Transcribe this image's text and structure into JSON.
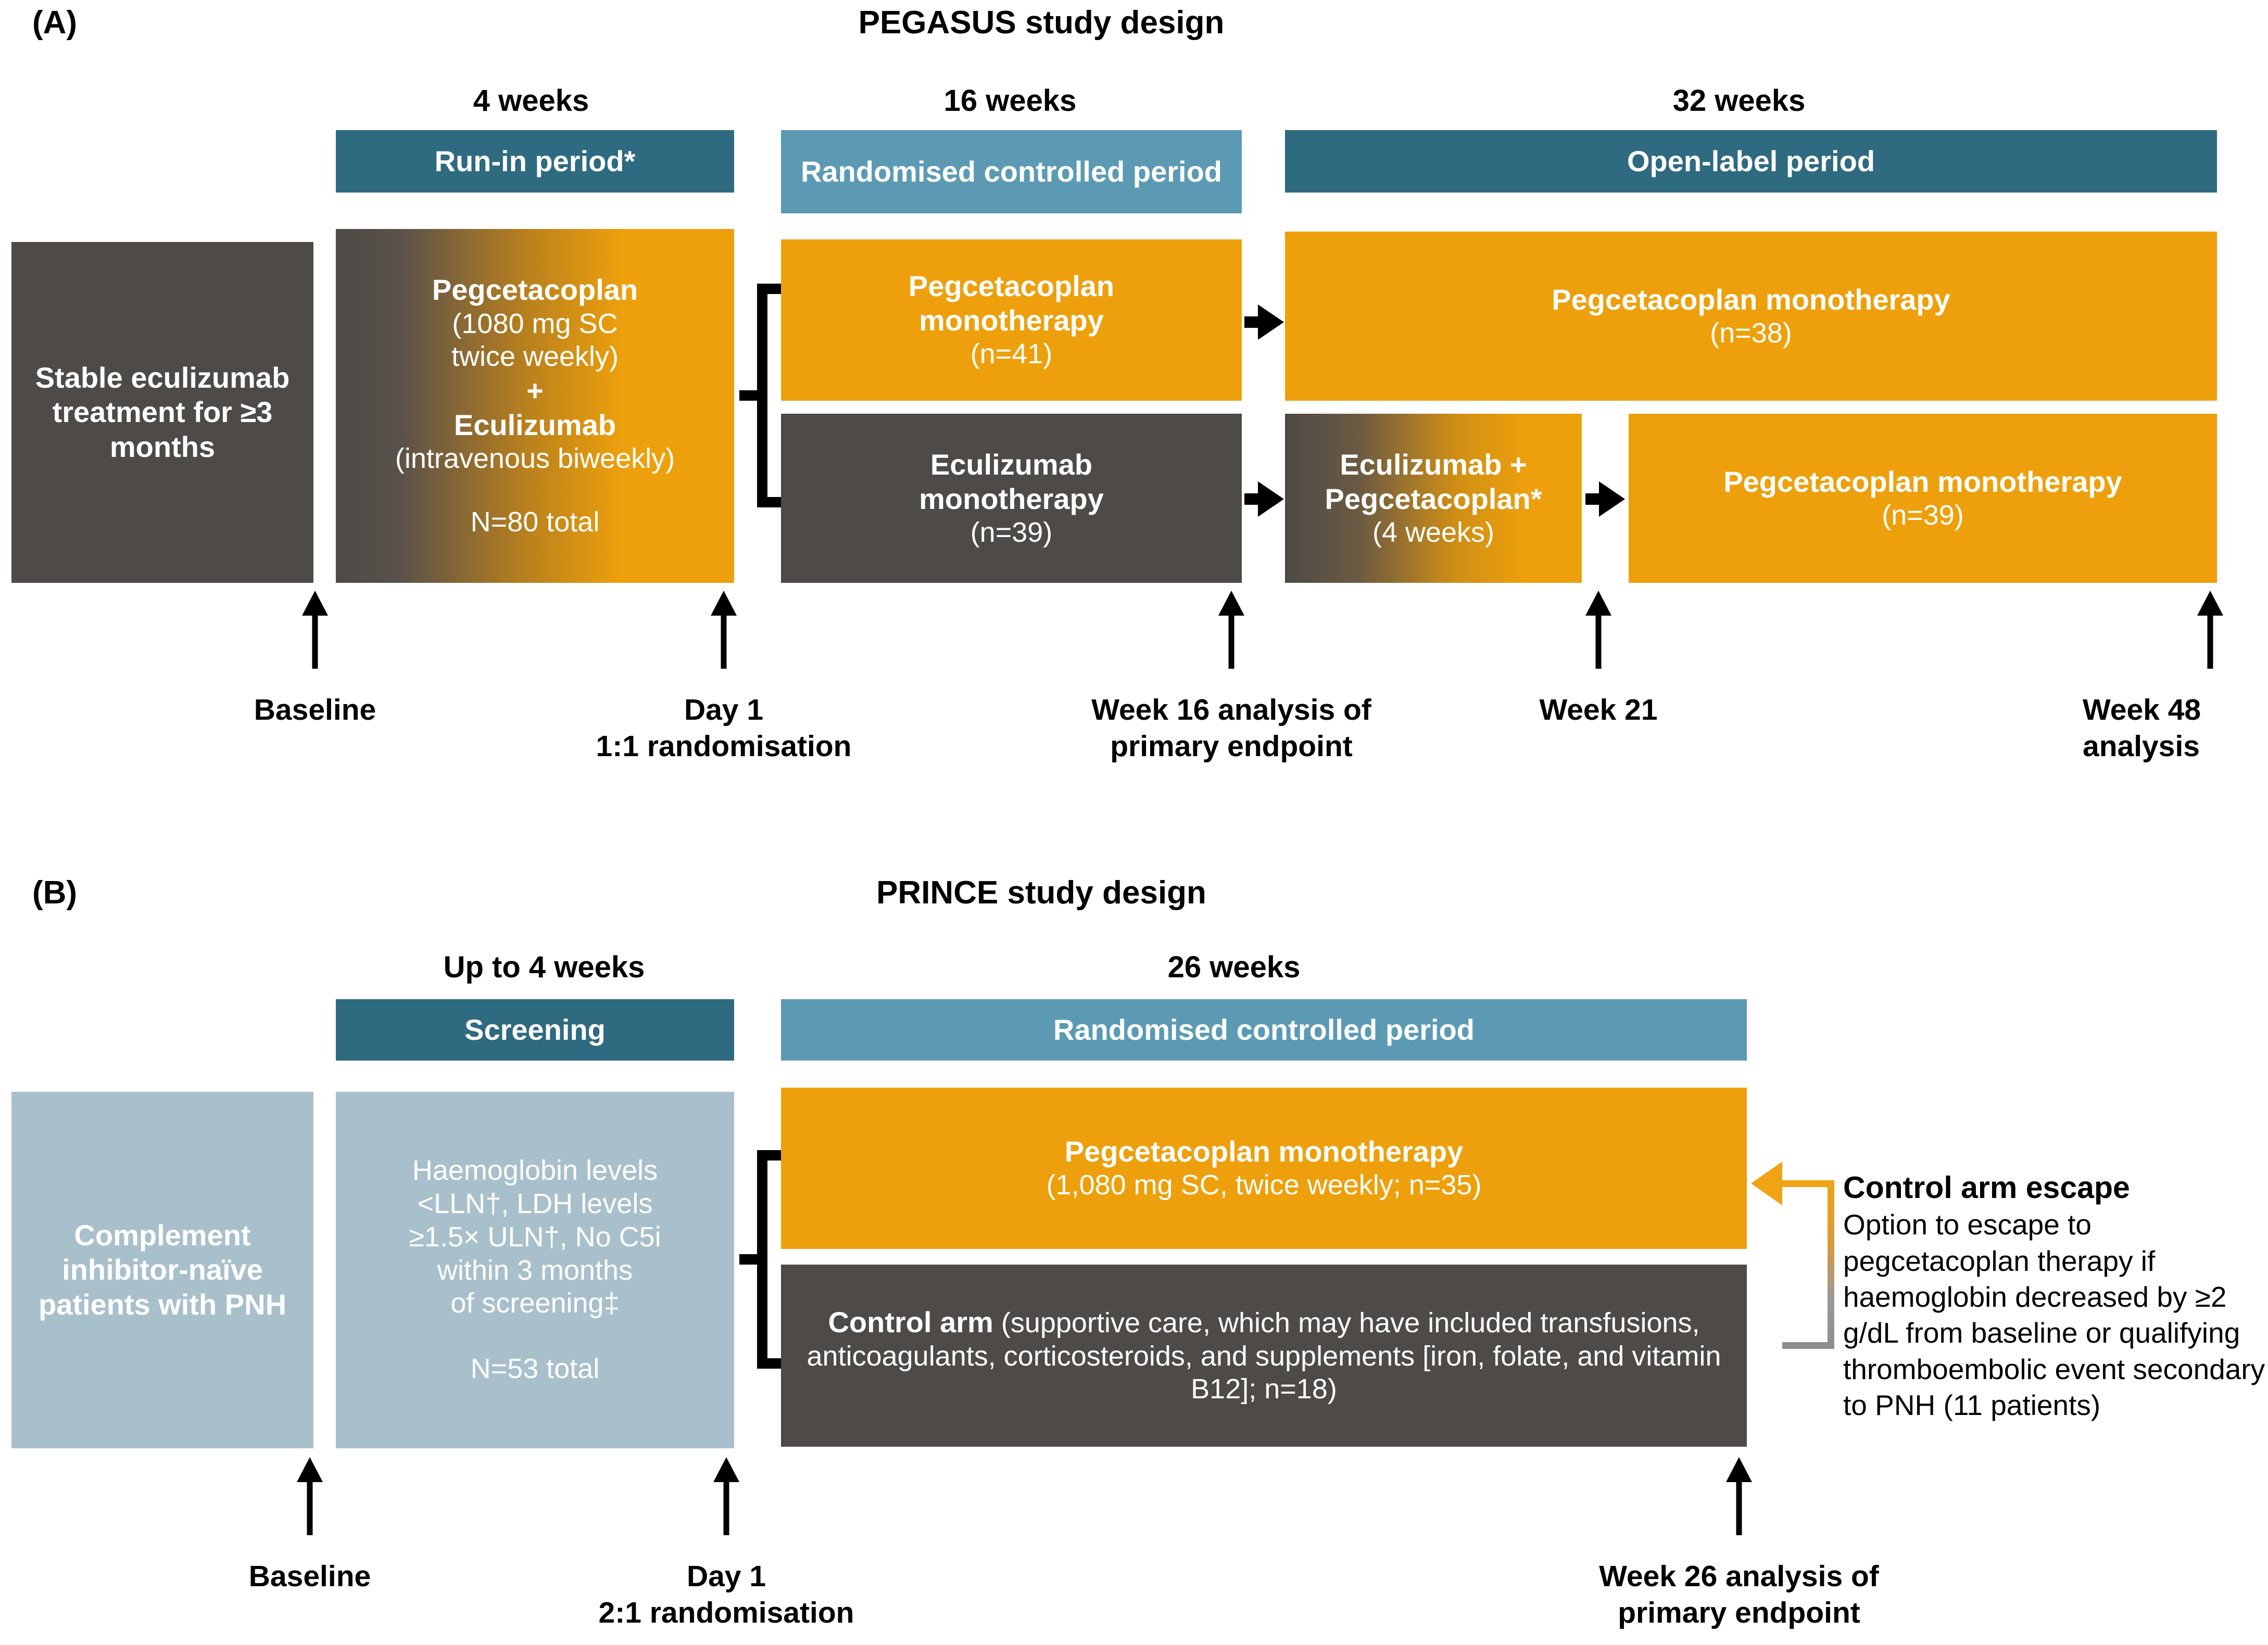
{
  "figure": {
    "panels": [
      {
        "letter": "(A)",
        "title": "PEGASUS study design",
        "durations": [
          {
            "label": "4 weeks"
          },
          {
            "label": "16 weeks"
          },
          {
            "label": "32 weeks"
          }
        ],
        "period_headers": [
          {
            "label": "Run-in period*",
            "color": "#2e6a80"
          },
          {
            "label": "Randomised controlled period",
            "color": "#5c9ab4"
          },
          {
            "label": "Open-label period",
            "color": "#2e6a80"
          }
        ],
        "boxes": {
          "eligibility": "Stable eculizumab treatment for ≥3 months",
          "runin_line1": "Pegcetacoplan",
          "runin_line2": "(1080 mg SC",
          "runin_line3": "twice weekly)",
          "runin_line4": "+",
          "runin_line5": "Eculizumab",
          "runin_line6": "(intravenous biweekly)",
          "runin_total": "N=80 total",
          "arm_top_line1": "Pegcetacoplan",
          "arm_top_line2": "monotherapy",
          "arm_top_line3": "(n=41)",
          "arm_bottom_line1": "Eculizumab",
          "arm_bottom_line2": "monotherapy",
          "arm_bottom_line3": "(n=39)",
          "ol_top_line1": "Pegcetacoplan monotherapy",
          "ol_top_line2": "(n=38)",
          "ol_bridge_line1": "Eculizumab +",
          "ol_bridge_line2": "Pegcetacoplan*",
          "ol_bridge_line3": "(4 weeks)",
          "ol_bottom_line1": "Pegcetacoplan monotherapy",
          "ol_bottom_line2": "(n=39)"
        },
        "timepoints": [
          {
            "line1": "Baseline",
            "line2": ""
          },
          {
            "line1": "Day 1",
            "line2": "1:1 randomisation"
          },
          {
            "line1": "Week 16 analysis of",
            "line2": "primary endpoint"
          },
          {
            "line1": "Week 21",
            "line2": ""
          },
          {
            "line1": "Week 48",
            "line2": "analysis"
          }
        ]
      },
      {
        "letter": "(B)",
        "title": "PRINCE study design",
        "durations": [
          {
            "label": "Up to 4 weeks"
          },
          {
            "label": "26 weeks"
          }
        ],
        "period_headers": [
          {
            "label": "Screening",
            "color": "#2e6a80"
          },
          {
            "label": "Randomised controlled period",
            "color": "#5c9ab4"
          }
        ],
        "boxes": {
          "population": "Complement inhibitor-naïve patients with PNH",
          "screening_line1": "Haemoglobin levels",
          "screening_line2": "<LLN†, LDH levels",
          "screening_line3": "≥1.5× ULN†, No C5i",
          "screening_line4": "within 3 months",
          "screening_line5": "of screening‡",
          "screening_total": "N=53 total",
          "treatment_line1": "Pegcetacoplan monotherapy",
          "treatment_line2": "(1,080 mg SC, twice weekly; n=35)",
          "control_bold": "Control arm",
          "control_rest": " (supportive care, which may have included transfusions, anticoagulants, corticosteroids, and supplements [iron, folate, and vitamin B12]; n=18)"
        },
        "annotation": {
          "title": "Control arm escape",
          "text": "Option to escape to pegcetacoplan therapy if haemoglobin decreased by ≥2 g/dL from baseline or qualifying thromboembolic event secondary to PNH (11 patients)"
        },
        "timepoints": [
          {
            "line1": "Baseline",
            "line2": ""
          },
          {
            "line1": "Day 1",
            "line2": "2:1 randomisation"
          },
          {
            "line1": "Week 26 analysis of",
            "line2": "primary endpoint"
          }
        ]
      }
    ],
    "colors": {
      "teal_dark": "#2e6a80",
      "teal_mid": "#5c9ab4",
      "teal_pale": "#a8c0cb",
      "grey": "#4d4a47",
      "orange": "#eda00c"
    }
  }
}
